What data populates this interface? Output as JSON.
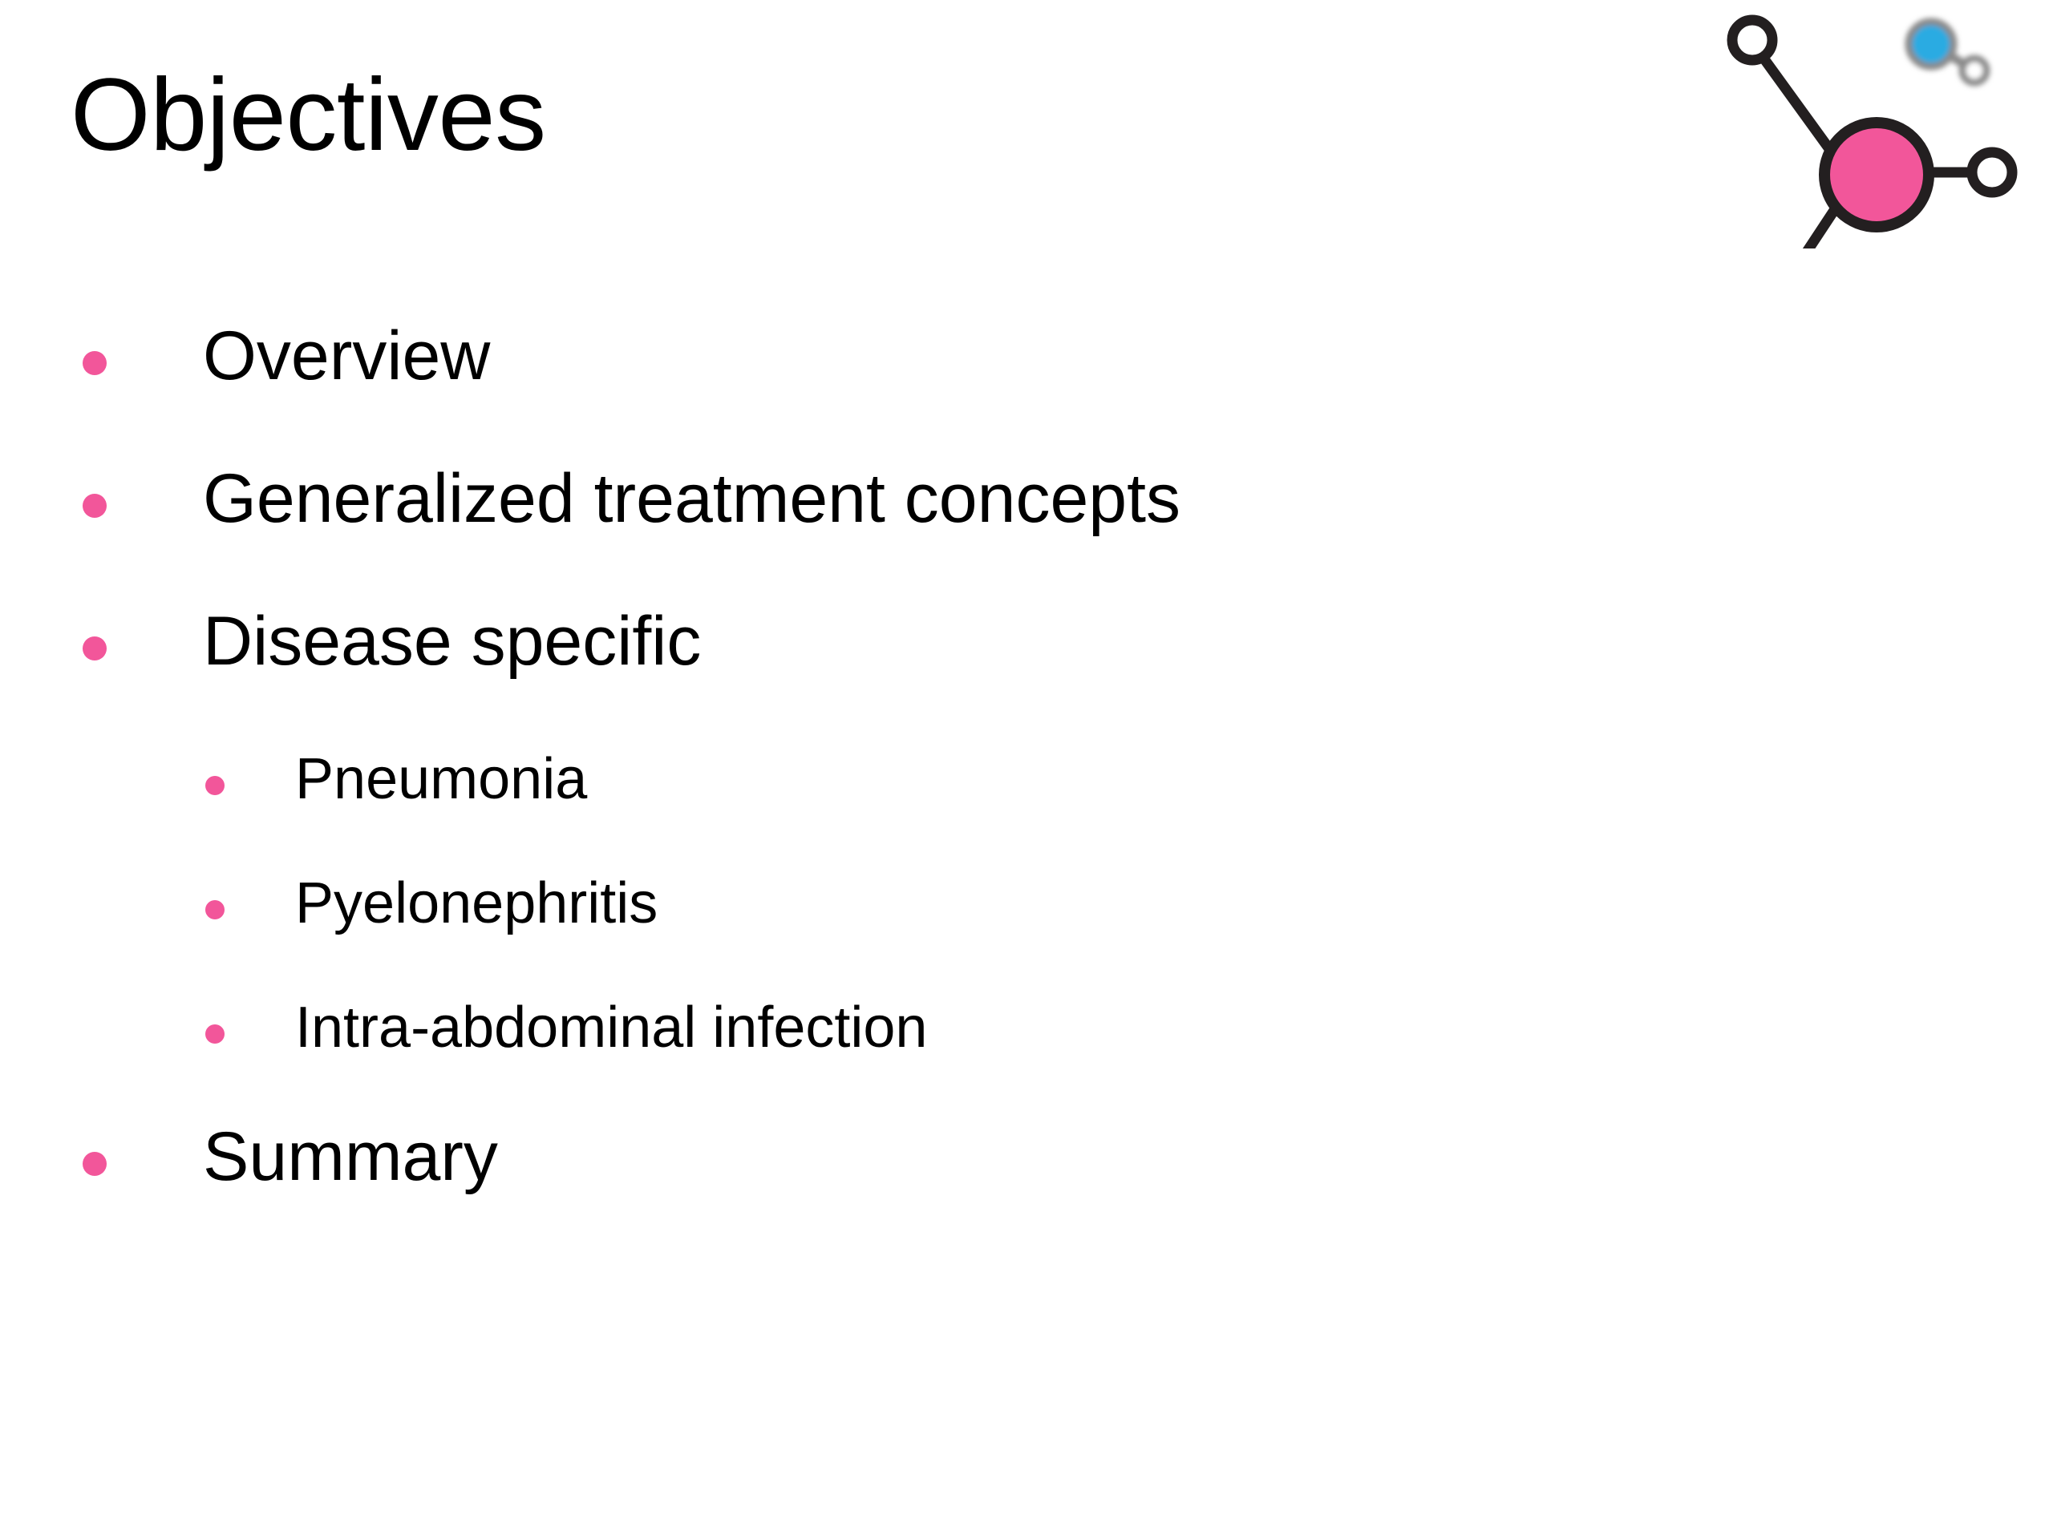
{
  "slide": {
    "title": "Objectives",
    "background_color": "#FFFFFF",
    "text_color": "#000000",
    "accent_color": "#F2569A"
  },
  "bullets": [
    {
      "level": 1,
      "text": "Overview"
    },
    {
      "level": 1,
      "text": "Generalized treatment concepts"
    },
    {
      "level": 1,
      "text": "Disease specific"
    },
    {
      "level": 2,
      "text": "Pneumonia"
    },
    {
      "level": 2,
      "text": "Pyelonephritis"
    },
    {
      "level": 2,
      "text": "Intra-abdominal infection"
    },
    {
      "level": 1,
      "text": "Summary"
    }
  ],
  "logo": {
    "name": "molecular-network-logo",
    "colors": {
      "hub": "#F2569A",
      "cyan_node": "#29ABE2",
      "blue_node": "#2B35C8",
      "outline": "#231F20",
      "faded_outline": "#9A9A9A"
    }
  }
}
